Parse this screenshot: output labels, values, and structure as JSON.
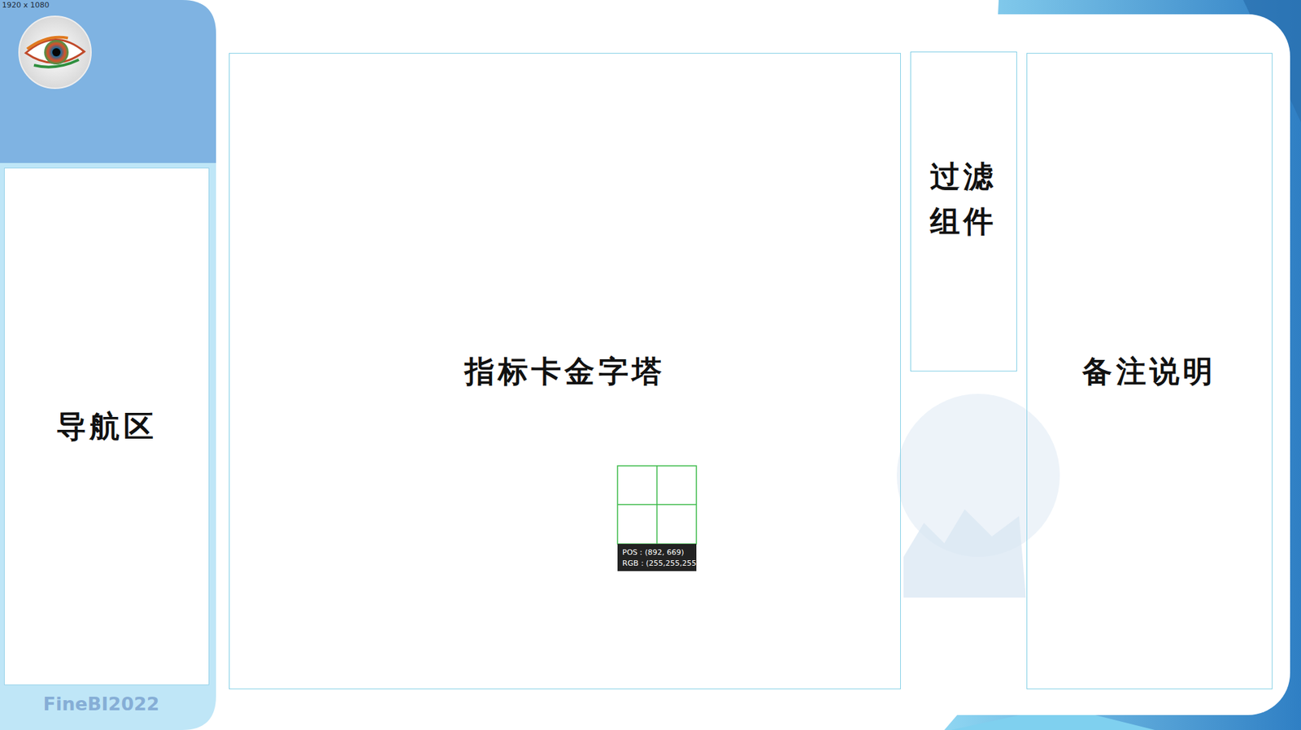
{
  "diagram": {
    "nodes": [
      {
        "text": [
          "导航区"
        ]
      },
      {
        "text": [
          "指标卡金字塔"
        ]
      },
      {
        "text": [
          "过滤组件"
        ]
      },
      {
        "text": [
          "备注说明"
        ]
      }
    ],
    "labels": [
      "1920 x 1080",
      "FineBI2022",
      "POS：(892, 669)",
      "RGB：(255,255,255)"
    ]
  }
}
